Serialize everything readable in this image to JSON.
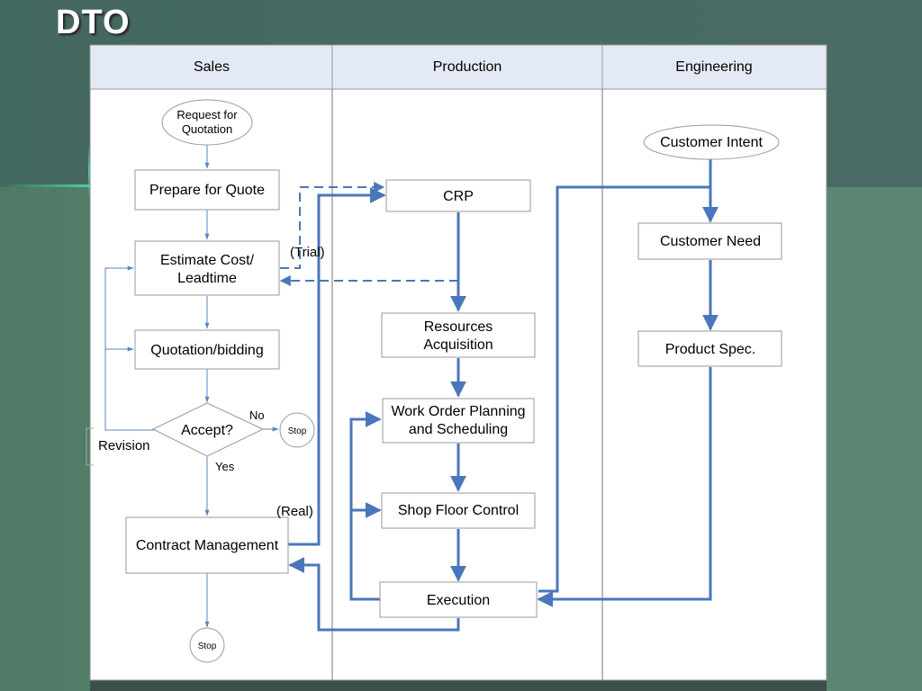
{
  "slide": {
    "title": "DTO"
  },
  "lanes": [
    "Sales",
    "Production",
    "Engineering"
  ],
  "nodes": {
    "request_for_quotation": [
      "Request for",
      "Quotation"
    ],
    "prepare_for_quote": "Prepare for Quote",
    "estimate_cost": [
      "Estimate Cost/",
      "Leadtime"
    ],
    "quotation_bidding": "Quotation/bidding",
    "accept": "Accept?",
    "stop_no": "Stop",
    "contract_management": "Contract Management",
    "stop_end": "Stop",
    "crp": "CRP",
    "resources_acquisition": [
      "Resources",
      "Acquisition"
    ],
    "work_order_planning": [
      "Work Order Planning",
      "and Scheduling"
    ],
    "shop_floor_control": "Shop Floor Control",
    "execution": "Execution",
    "customer_intent": "Customer Intent",
    "customer_need": "Customer Need",
    "product_spec": "Product Spec."
  },
  "edge_labels": {
    "no": "No",
    "yes": "Yes",
    "revision": "Revision",
    "trial": "(Trial)",
    "real": "(Real)"
  },
  "colors": {
    "flow_line": "#4a76bb",
    "thin_line": "#5a86c4",
    "box_border": "#999999",
    "lane_header_bg": "#e3e9f5"
  }
}
